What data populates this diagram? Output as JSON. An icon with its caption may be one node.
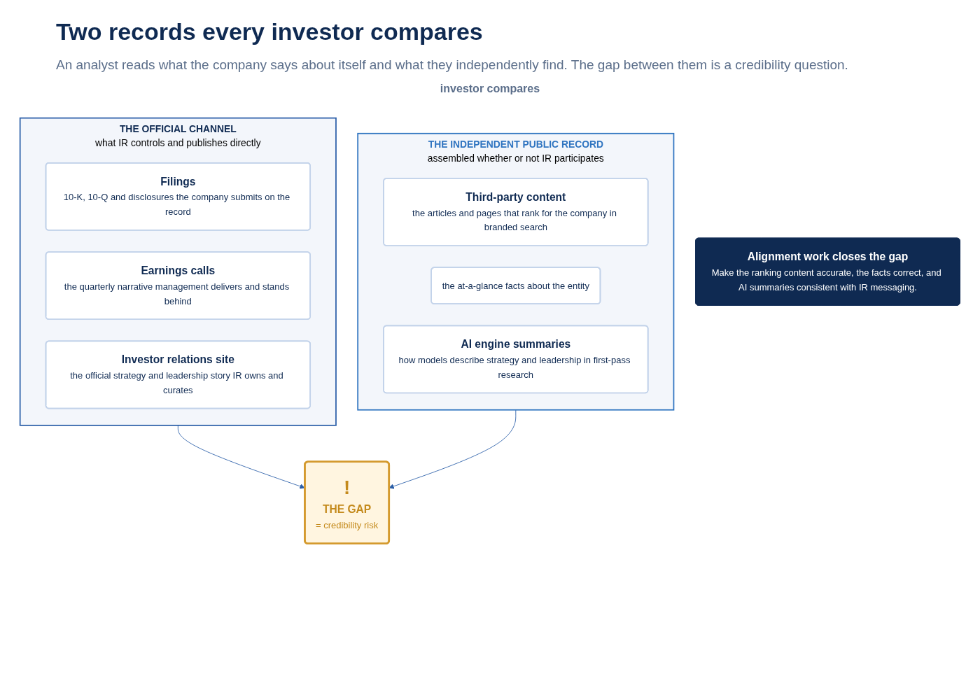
{
  "diagram": {
    "title": "Two records every investor compares",
    "nodes": [
      {
        "text": [
          "THE OFFICIAL CHANNEL",
          "what IR controls and publishes directly"
        ]
      },
      {
        "text": [
          "Filings",
          "10-K, 10-Q and disclosures the company submits on the record"
        ],
        "in": 0
      },
      {
        "text": [
          "Earnings calls",
          "the quarterly narrative management delivers and stands behind"
        ],
        "in": 0
      },
      {
        "text": [
          "Investor relations site",
          "the official strategy and leadership story IR owns and curates"
        ],
        "in": 0
      },
      {
        "text": [
          "!",
          "THE GAP",
          "= credibility risk"
        ]
      },
      {
        "text": [
          "THE INDEPENDENT PUBLIC RECORD",
          "assembled whether or not IR participates"
        ]
      },
      {
        "text": [
          "Third-party content",
          "the articles and pages that rank for the company in branded search"
        ],
        "in": 5
      },
      {
        "text": [
          "the at-a-glance facts about the entity"
        ],
        "in": 5
      },
      {
        "text": [
          "AI engine summaries",
          "how models describe strategy and leadership in first-pass research"
        ],
        "in": 5
      },
      {
        "text": [
          "Alignment work closes the gap",
          "Make the ranking content accurate, the facts correct, and AI summaries consistent with IR messaging."
        ]
      }
    ],
    "edges": [
      {
        "from": 0,
        "to": 4,
        "arrow": "to"
      },
      {
        "from": 5,
        "to": 4,
        "arrow": "to"
      }
    ],
    "labels": [
      "An analyst reads what the company says about itself and what they independently find. The gap between them is a credibility question.",
      "investor compares"
    ]
  }
}
